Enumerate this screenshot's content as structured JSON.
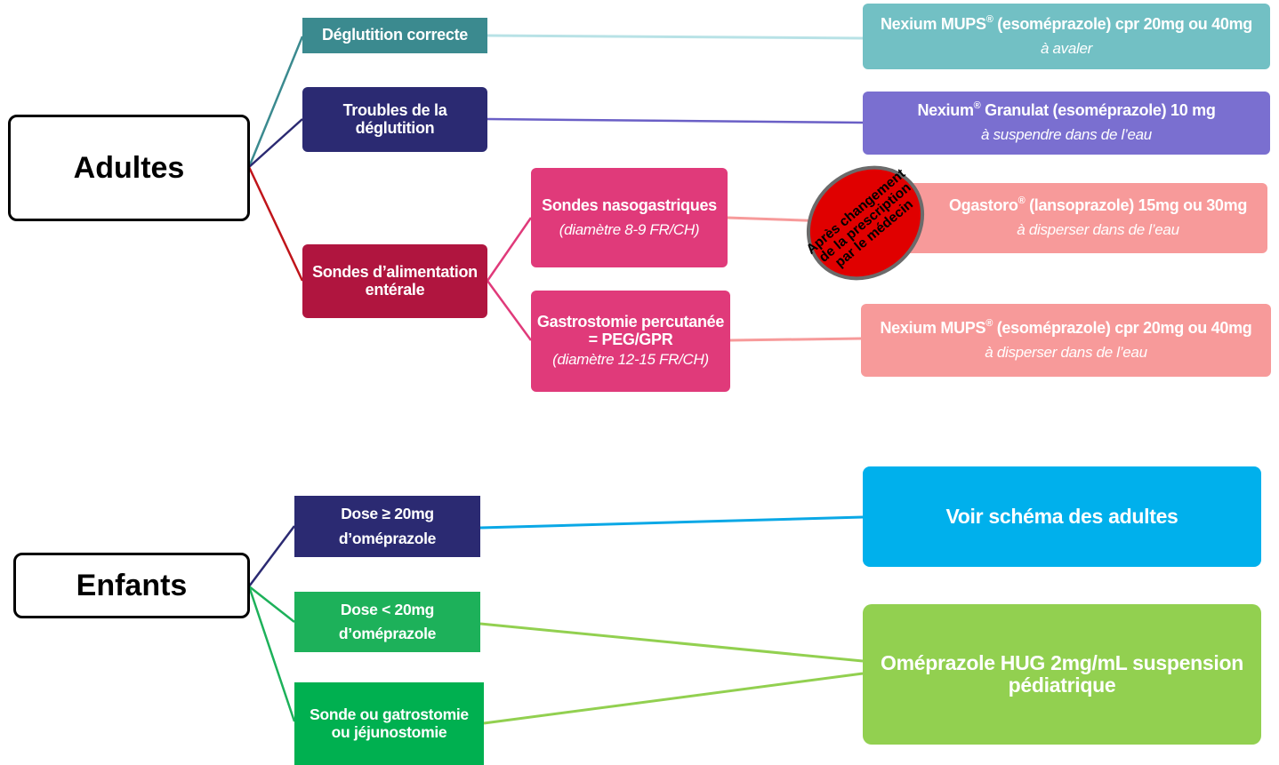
{
  "adults": {
    "root": "Adultes",
    "deglutition_correcte": "Déglutition correcte",
    "troubles_line1": "Troubles de la",
    "troubles_line2": "déglutition",
    "sondes_line1": "Sondes d’alimentation",
    "sondes_line2": "entérale",
    "nasogastriques_title": "Sondes nasogastriques",
    "nasogastriques_sub": "(diamètre 8-9 FR/CH)",
    "gastro_line1": "Gastrostomie percutanée",
    "gastro_line2": "= PEG/GPR",
    "gastro_sub": "(diamètre 12-15 FR/CH)",
    "out1_brand": "Nexium MUPS",
    "out1_rest": " (esoméprazole) cpr 20mg ou 40mg",
    "out1_sub": "à avaler",
    "out2_brand": "Nexium",
    "out2_rest": " Granulat (esoméprazole) 10 mg",
    "out2_sub": "à suspendre dans de l’eau",
    "out3_brand": "Ogastoro",
    "out3_rest": "  (lansoprazole) 15mg ou 30mg",
    "out3_sub": "à disperser dans de l’eau",
    "out4_brand": "Nexium MUPS",
    "out4_rest": " (esoméprazole) cpr 20mg ou 40mg",
    "out4_sub": "à disperser dans de l’eau",
    "registered": "®"
  },
  "stamp": {
    "line1": "Après changement",
    "line2": "de la prescription",
    "line3": "par le médecin"
  },
  "children": {
    "root": "Enfants",
    "dose_ge_line1": "Dose ≥ 20mg",
    "dose_ge_line2": "d’oméprazole",
    "dose_lt_line1": "Dose < 20mg",
    "dose_lt_line2": "d’oméprazole",
    "sonde_line1": "Sonde ou gatrostomie",
    "sonde_line2": "ou jéjunostomie",
    "out_voir": "Voir schéma des adultes",
    "out_omep_line1": "Oméprazole HUG 2mg/mL suspension",
    "out_omep_line2": "pédiatrique"
  },
  "colors": {
    "teal_dark": "#3b8a8f",
    "teal_light": "#72c0c4",
    "navy": "#2b2a72",
    "purple": "#7a6fd0",
    "crimson": "#b0153f",
    "magenta": "#e03a7a",
    "salmon": "#f79a9a",
    "cyan": "#00b0ec",
    "green": "#1db15a",
    "lime": "#92d050",
    "stamp_red": "#e00000"
  }
}
